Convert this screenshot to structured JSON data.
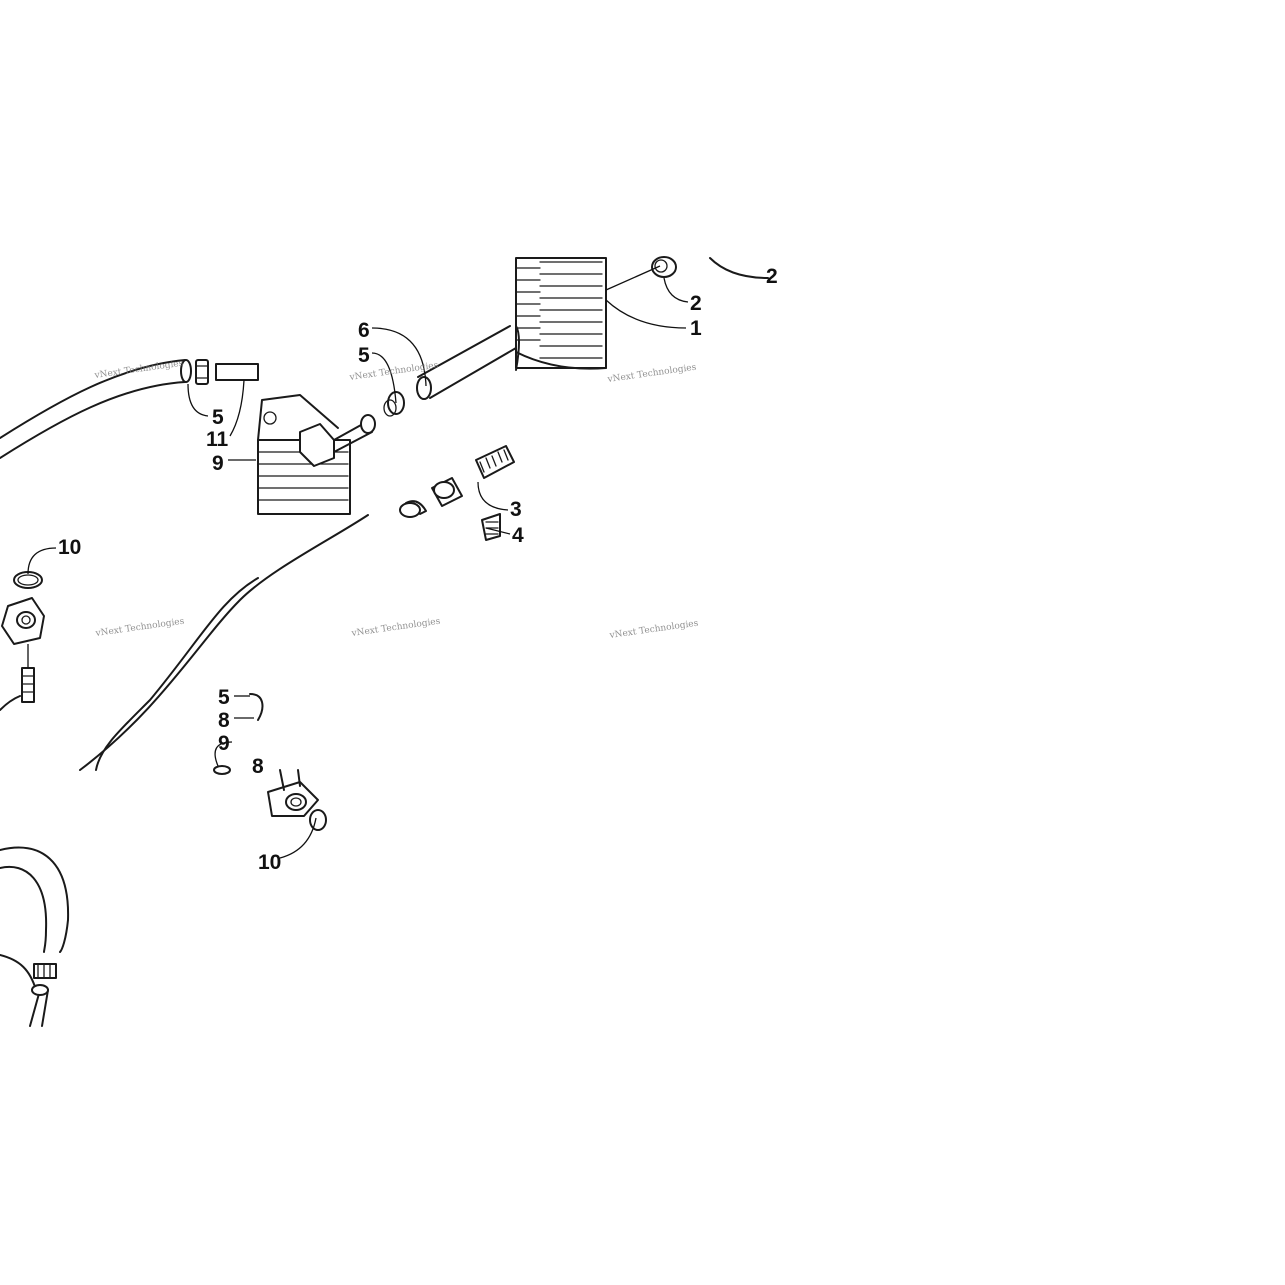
{
  "callouts": {
    "c1": "1",
    "c2a": "2",
    "c2b": "2",
    "c3": "3",
    "c4": "4",
    "c5a": "5",
    "c5b": "5",
    "c5c": "5",
    "c6": "6",
    "c8a": "8",
    "c8b": "8",
    "c9a": "9",
    "c9b": "9",
    "c10a": "10",
    "c10b": "10",
    "c11": "11"
  },
  "watermark": {
    "text": "vNext Technologies"
  }
}
